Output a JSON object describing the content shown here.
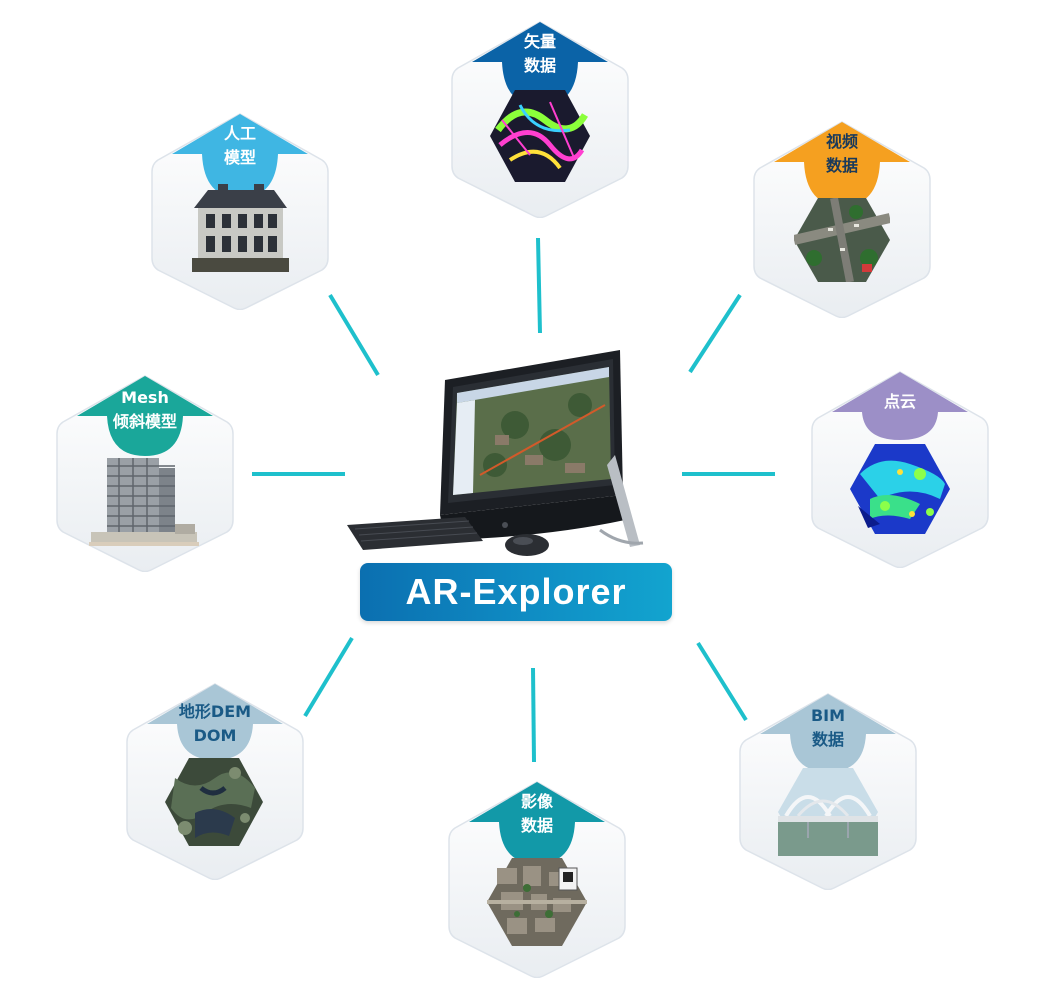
{
  "center": {
    "title": "AR-Explorer"
  },
  "nodes": {
    "vector": {
      "line1": "矢量",
      "line2": "数据",
      "color": "#0b63a7",
      "icon": "vector-map-icon"
    },
    "model": {
      "line1": "人工",
      "line2": "模型",
      "color": "#3fb6e3",
      "icon": "building-icon"
    },
    "video": {
      "line1": "视频",
      "line2": "数据",
      "color": "#f5a020",
      "icon": "video-frame-icon"
    },
    "mesh": {
      "line1": "Mesh",
      "line2": "倾斜模型",
      "color": "#1aa79a",
      "icon": "tower-block-icon"
    },
    "pointcloud": {
      "line1": "点云",
      "line2": "",
      "color": "#9c8fc7",
      "icon": "point-cloud-icon"
    },
    "dem": {
      "line1": "地形DEM",
      "line2": "DOM",
      "color": "#a9c6d6",
      "icon": "terrain-icon"
    },
    "image": {
      "line1": "影像",
      "line2": "数据",
      "color": "#1299a8",
      "icon": "satellite-image-icon"
    },
    "bim": {
      "line1": "BIM",
      "line2": "数据",
      "color": "#a9c6d6",
      "icon": "bridge-icon"
    }
  },
  "connector_color": "#1ec0cc"
}
